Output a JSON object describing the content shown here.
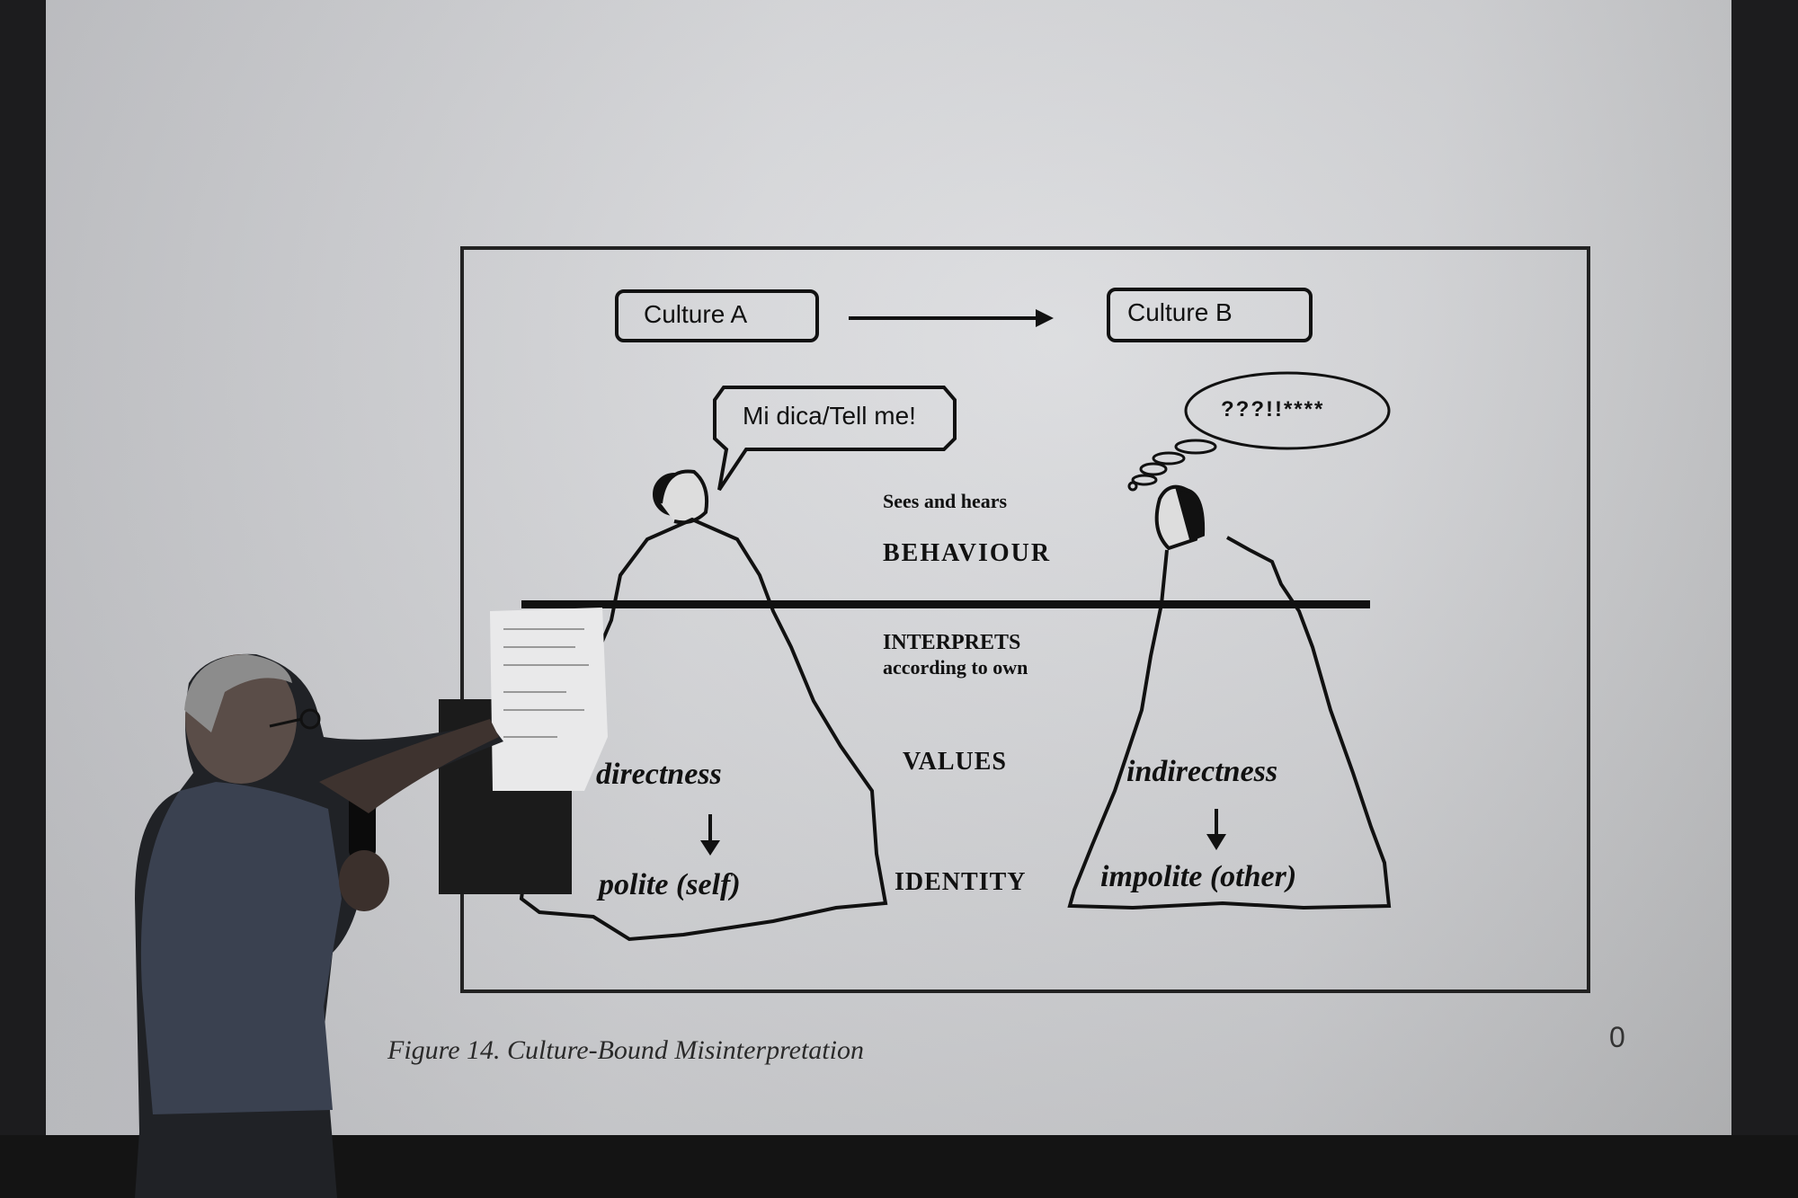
{
  "slide": {
    "culture_a": "Culture A",
    "culture_b": "Culture B",
    "speech": "Mi dica/Tell me!",
    "thought": "???!!****",
    "sees_and_hears": "Sees and hears",
    "behaviour": "BEHAVIOUR",
    "interprets": "INTERPRETS",
    "according_to_own": "according to own",
    "values": "VALUES",
    "identity": "IDENTITY",
    "left_value": "directness",
    "left_identity": "polite (self)",
    "right_value": "indirectness",
    "right_identity": "impolite (other)",
    "caption": "Figure 14. Culture-Bound Misinterpretation",
    "page_number": "0"
  }
}
